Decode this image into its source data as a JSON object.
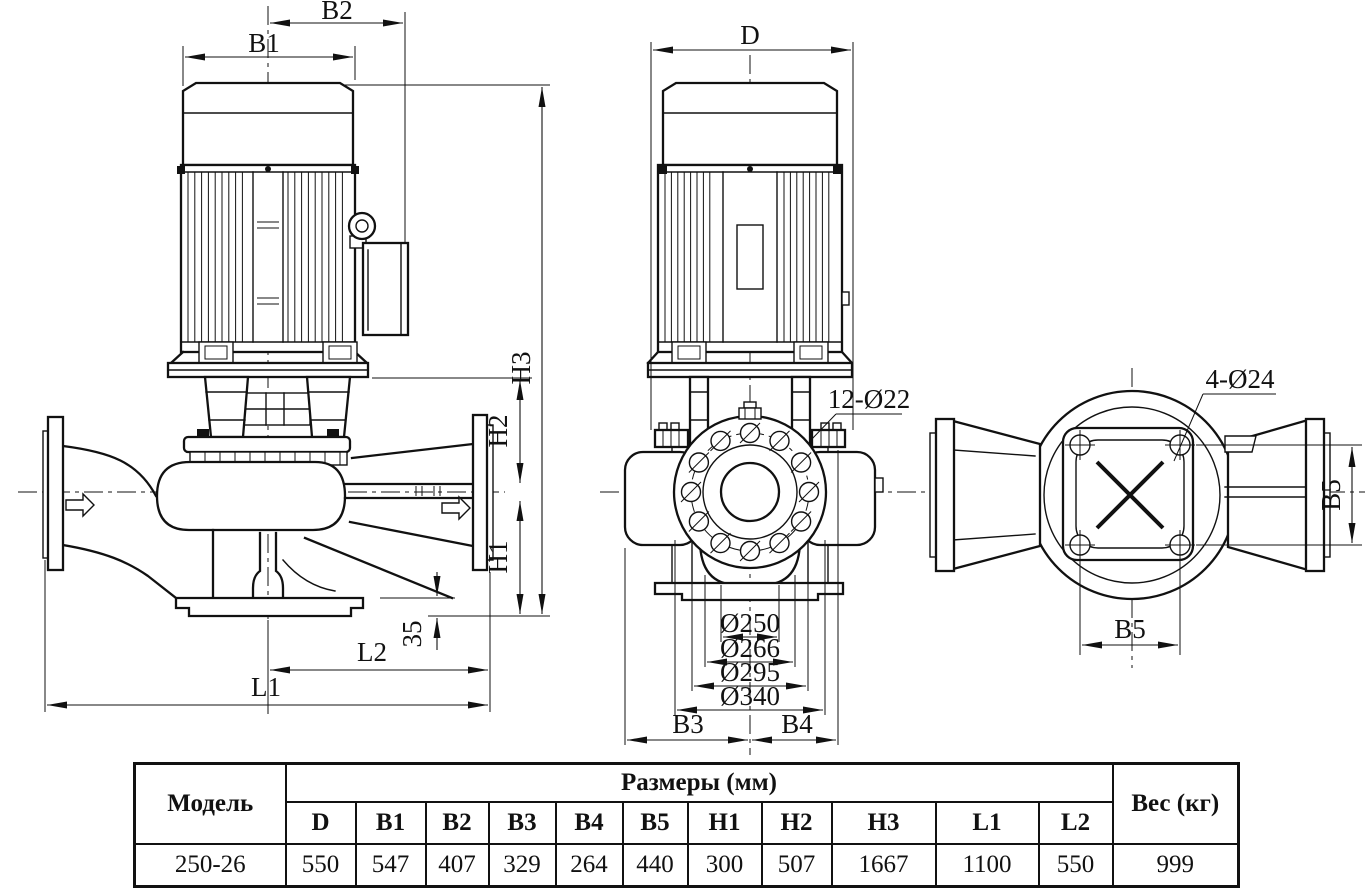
{
  "drawing": {
    "side_view": {
      "b2": "B2",
      "b1": "B1",
      "h3": "H3",
      "h2": "H2",
      "h1": "H1",
      "base_offset": "35",
      "l2": "L2",
      "l1": "L1"
    },
    "front_view": {
      "d": "D",
      "flange_holes": "12-Ø22",
      "dia_bore": "Ø250",
      "dia_face": "Ø266",
      "dia_bolt": "Ø295",
      "dia_outer": "Ø340",
      "b3": "B3",
      "b4": "B4"
    },
    "top_view": {
      "pad_holes": "4-Ø24",
      "b5_vertical": "B5",
      "b5_horizontal": "B5"
    }
  },
  "table": {
    "model_header": "Модель",
    "size_header": "Размеры (мм)",
    "weight_header": "Вес (кг)",
    "columns": [
      "D",
      "B1",
      "B2",
      "B3",
      "B4",
      "B5",
      "H1",
      "H2",
      "H3",
      "L1",
      "L2"
    ],
    "row": {
      "model": "250-26",
      "values": [
        "550",
        "547",
        "407",
        "329",
        "264",
        "440",
        "300",
        "507",
        "1667",
        "1100",
        "550"
      ],
      "weight": "999"
    }
  }
}
